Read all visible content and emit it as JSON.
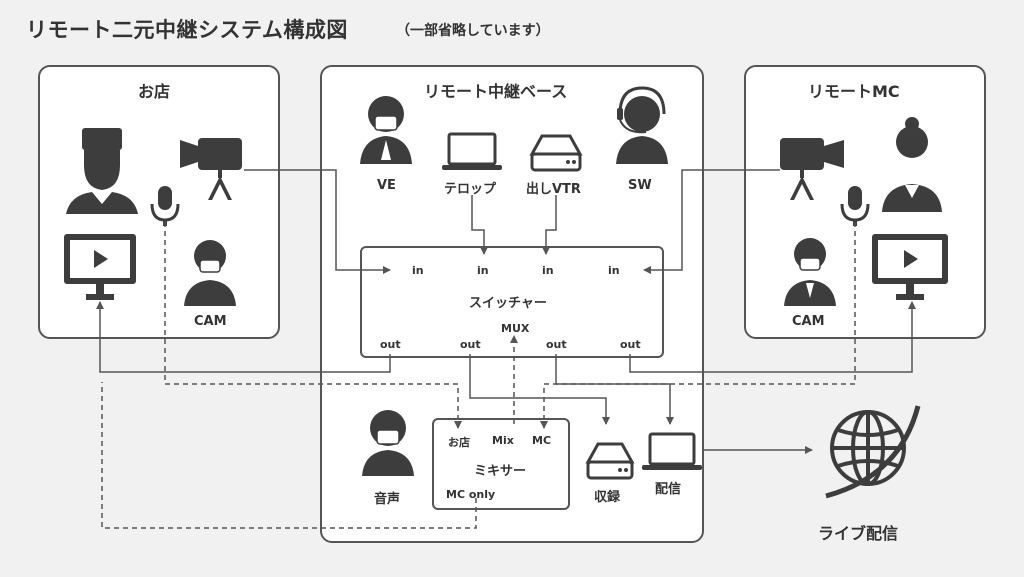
{
  "title": "リモート二元中継システム構成図",
  "subtitle": "（一部省略しています）",
  "store": {
    "label": "お店",
    "cam": "CAM"
  },
  "base": {
    "label": "リモート中継ベース",
    "ve": "VE",
    "telop": "テロップ",
    "vtr": "出しVTR",
    "sw": "SW",
    "audio": "音声",
    "record": "収録",
    "distribute": "配信"
  },
  "switcher": {
    "label": "スイッチャー",
    "inputs": [
      "in",
      "in",
      "in",
      "in"
    ],
    "outputs": [
      "out",
      "out",
      "out",
      "out"
    ],
    "mux": "MUX"
  },
  "mixer": {
    "label": "ミキサー",
    "ins": [
      "お店",
      "Mix",
      "MC"
    ],
    "mc_only": "MC only"
  },
  "remote_mc": {
    "label": "リモートMC",
    "cam": "CAM"
  },
  "live": "ライブ配信",
  "colors": {
    "stroke": "#555555",
    "icon": "#3d3d3d",
    "bg": "#f1f1f1"
  }
}
